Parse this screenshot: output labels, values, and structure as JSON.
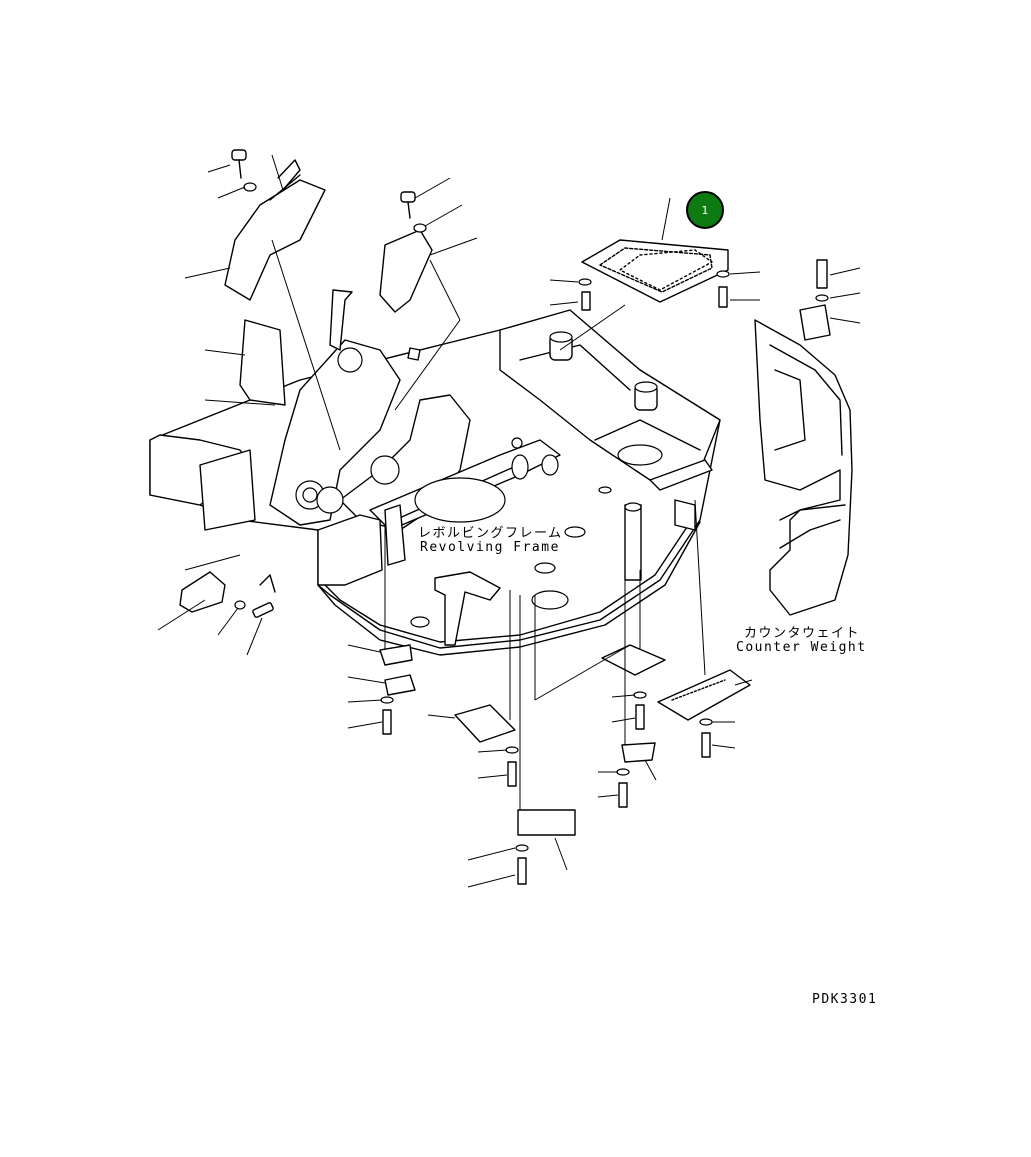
{
  "diagram": {
    "labels": {
      "revolving_frame_jp": "レボルビングフレーム",
      "revolving_frame_en": "Revolving Frame",
      "counter_weight_jp": "カウンタウェイト",
      "counter_weight_en": "Counter Weight",
      "drawing_code": "PDK3301"
    },
    "callout": {
      "number": "1",
      "color": "#0e7a12"
    }
  }
}
